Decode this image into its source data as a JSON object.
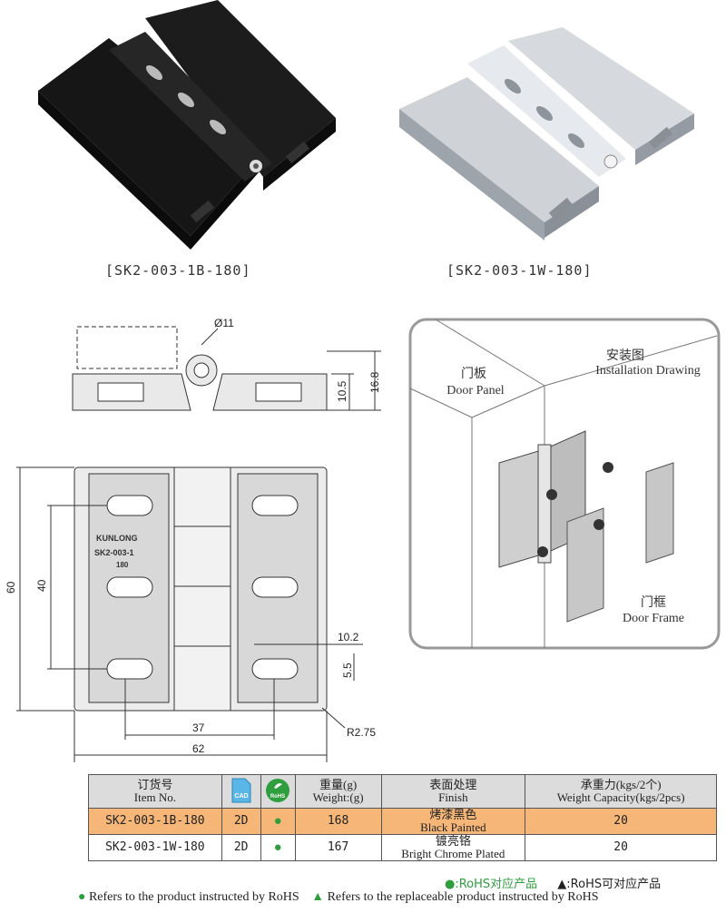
{
  "products": {
    "black_caption": "[SK2-003-1B-180]",
    "chrome_caption": "[SK2-003-1W-180]"
  },
  "drawing": {
    "d_hole": "Ø11",
    "h_total": "16.8",
    "h_leaf": "10.5",
    "w_total": "62",
    "w_holes": "37",
    "h_total_front": "60",
    "h_holes": "40",
    "slot_w": "10.2",
    "slot_h": "5.5",
    "radius": "R2.75",
    "brand": "KUNLONG",
    "model": "SK2-003-1",
    "angle": "180"
  },
  "installation": {
    "title_cn": "安装图",
    "title_en": "Installation Drawing",
    "door_panel_cn": "门板",
    "door_panel_en": "Door Panel",
    "door_frame_cn": "门框",
    "door_frame_en": "Door Frame"
  },
  "table": {
    "headers": {
      "item_cn": "订货号",
      "item_en": "Item No.",
      "cad_label": "CAD",
      "rohs_label": "RoHS",
      "weight_cn": "重量(g)",
      "weight_en": "Weight:(g)",
      "finish_cn": "表面处理",
      "finish_en": "Finish",
      "capacity_cn": "承重力(kgs/2个)",
      "capacity_en": "Weight Capacity(kgs/2pcs)"
    },
    "rows": [
      {
        "item": "SK2-003-1B-180",
        "cad": "2D",
        "rohs": "●",
        "weight": "168",
        "finish_cn": "烤漆黑色",
        "finish_en": "Black Painted",
        "capacity": "20"
      },
      {
        "item": "SK2-003-1W-180",
        "cad": "2D",
        "rohs": "●",
        "weight": "167",
        "finish_cn": "镀亮铬",
        "finish_en": "Bright Chrome Plated",
        "capacity": "20"
      }
    ]
  },
  "notes": {
    "rohs_cn": "●:RoHS对应产品",
    "replace_cn": "▲:RoHS可对应产品",
    "rohs_en": "Refers to the product instructed by RoHS",
    "replace_en": "Refers to the replaceable product instructed by RoHS"
  },
  "colors": {
    "green": "#2e9e3e",
    "orange": "#f5b678",
    "header_gray": "#dcdcdc"
  }
}
